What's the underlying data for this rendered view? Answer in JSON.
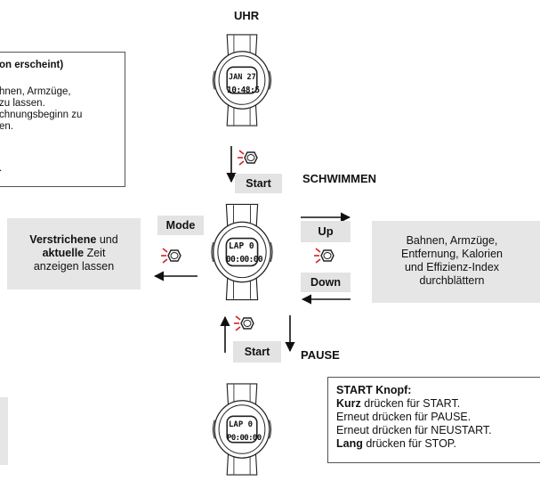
{
  "labels": {
    "uhr": "UHR",
    "schwimmen": "SCHWIMMEN",
    "pause": "PAUSE"
  },
  "buttons": {
    "start_top": "Start",
    "start_bottom": "Start",
    "mode": "Mode",
    "up": "Up",
    "down": "Down"
  },
  "watches": {
    "top": {
      "line1": "JAN 27",
      "line2": "10:48:5"
    },
    "middle": {
      "line1": "LAP 0",
      "line2": "00:00:00"
    },
    "bottom": {
      "line1": "LAP 0",
      "line2": "P0:00:00"
    }
  },
  "top_left_box": {
    "line1": "on erscheint)",
    "line2": "hnen, Armzüge,",
    "line3": "zu lassen.",
    "line4": "chnungsbeginn zu",
    "line5": "en.",
    "line6": "."
  },
  "left_box": {
    "bold1": "Verstrichene",
    "text1": " und",
    "bold2": "aktuelle",
    "text2": " Zeit",
    "line3": "anzeigen lassen"
  },
  "right_box": {
    "line1": "Bahnen, Armzüge,",
    "line2": "Entfernung, Kalorien",
    "line3": "und Effizienz-Index",
    "line4": "durchblättern"
  },
  "start_box": {
    "title": "START Knopf:",
    "line1_bold": "Kurz",
    "line1_text": " drücken für START.",
    "line2": "Erneut drücken für PAUSE.",
    "line3": "Erneut drücken für NEUSTART.",
    "line4_bold": "Lang",
    "line4_text": " drücken für STOP."
  },
  "colors": {
    "button_gray": "#e3e3e3",
    "press_red": "#d81f26",
    "outline": "#222222"
  }
}
